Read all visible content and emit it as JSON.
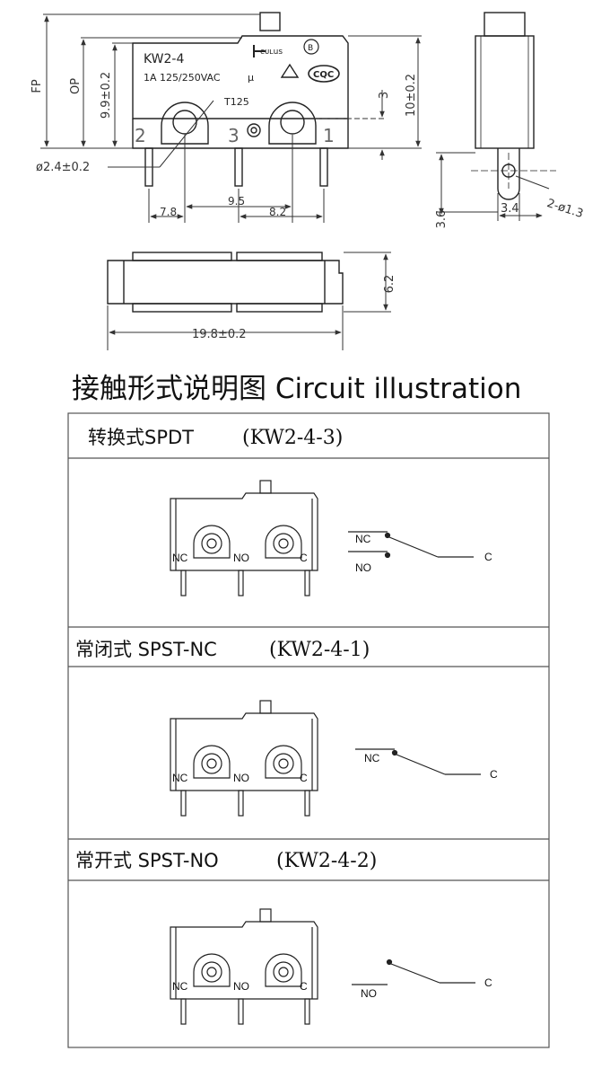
{
  "drawing": {
    "model": "KW2-4",
    "rating": "1A 125/250VAC",
    "mu_mark": "μ",
    "temp": "T125",
    "ul_mark": "cᴜʟus",
    "b_mark": "B",
    "cqc_mark": "CQC",
    "pins": [
      "2",
      "3",
      "1"
    ],
    "dims": {
      "fp": "FP",
      "op": "OP",
      "h_99": "9.9±0.2",
      "h_10": "10±0.2",
      "d_3": "3",
      "hole": "ø2.4±0.2",
      "w_78": "7.8",
      "w_95": "9.5",
      "w_82": "8.2",
      "side_36": "3.6",
      "side_34": "3.4",
      "side_hole": "2-ø1.3",
      "top_62": "6.2",
      "top_198": "19.8±0.2"
    }
  },
  "title": "接触形式说明图 Circuit illustration",
  "sections": [
    {
      "label_cn": "转换式SPDT",
      "label_model": "(KW2-4-3)",
      "type": "SPDT",
      "terms": [
        "NC",
        "NO",
        "C"
      ],
      "wiring": {
        "nc": "NC",
        "no": "NO",
        "c": "C"
      }
    },
    {
      "label_cn": "常闭式 SPST-NC",
      "label_model": "(KW2-4-1)",
      "type": "NC",
      "terms": [
        "NC",
        "NO",
        "C"
      ],
      "wiring": {
        "nc": "NC",
        "c": "C"
      }
    },
    {
      "label_cn": "常开式 SPST-NO",
      "label_model": "(KW2-4-2)",
      "type": "NO",
      "terms": [
        "NC",
        "NO",
        "C"
      ],
      "wiring": {
        "no": "NO",
        "c": "C"
      }
    }
  ]
}
